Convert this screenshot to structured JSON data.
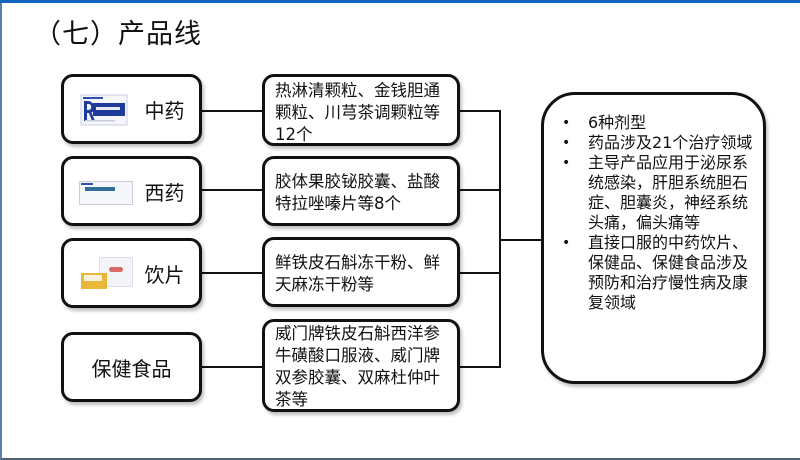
{
  "title": "（七）产品线",
  "categories": [
    {
      "label": "中药",
      "image": "tcm-granule-box-image"
    },
    {
      "label": "西药",
      "image": "western-medicine-box-image"
    },
    {
      "label": "饮片",
      "image": "decoction-pieces-box-image"
    },
    {
      "label": "保健食品"
    }
  ],
  "products": [
    "热淋清颗粒、金钱胆通颗粒、川芎茶调颗粒等12个",
    "胶体果胶铋胶囊、盐酸特拉唑嗪片等8个",
    "鲜铁皮石斛冻干粉、鲜天麻冻干粉等",
    "威门牌铁皮石斛西洋参牛磺酸口服液、威门牌双参胶囊、双麻杜仲叶茶等"
  ],
  "summary": [
    "6种剂型",
    "药品涉及21个治疗领域",
    "主导产品应用于泌尿系统感染，肝胆系统胆石症、胆囊炎，神经系统头痛，偏头痛等",
    "直接口服的中药饮片、保健品、保健食品涉及预防和治疗慢性病及康复领域"
  ],
  "colors": {
    "accent_bar": "#1565c0",
    "box_border": "#111111"
  }
}
